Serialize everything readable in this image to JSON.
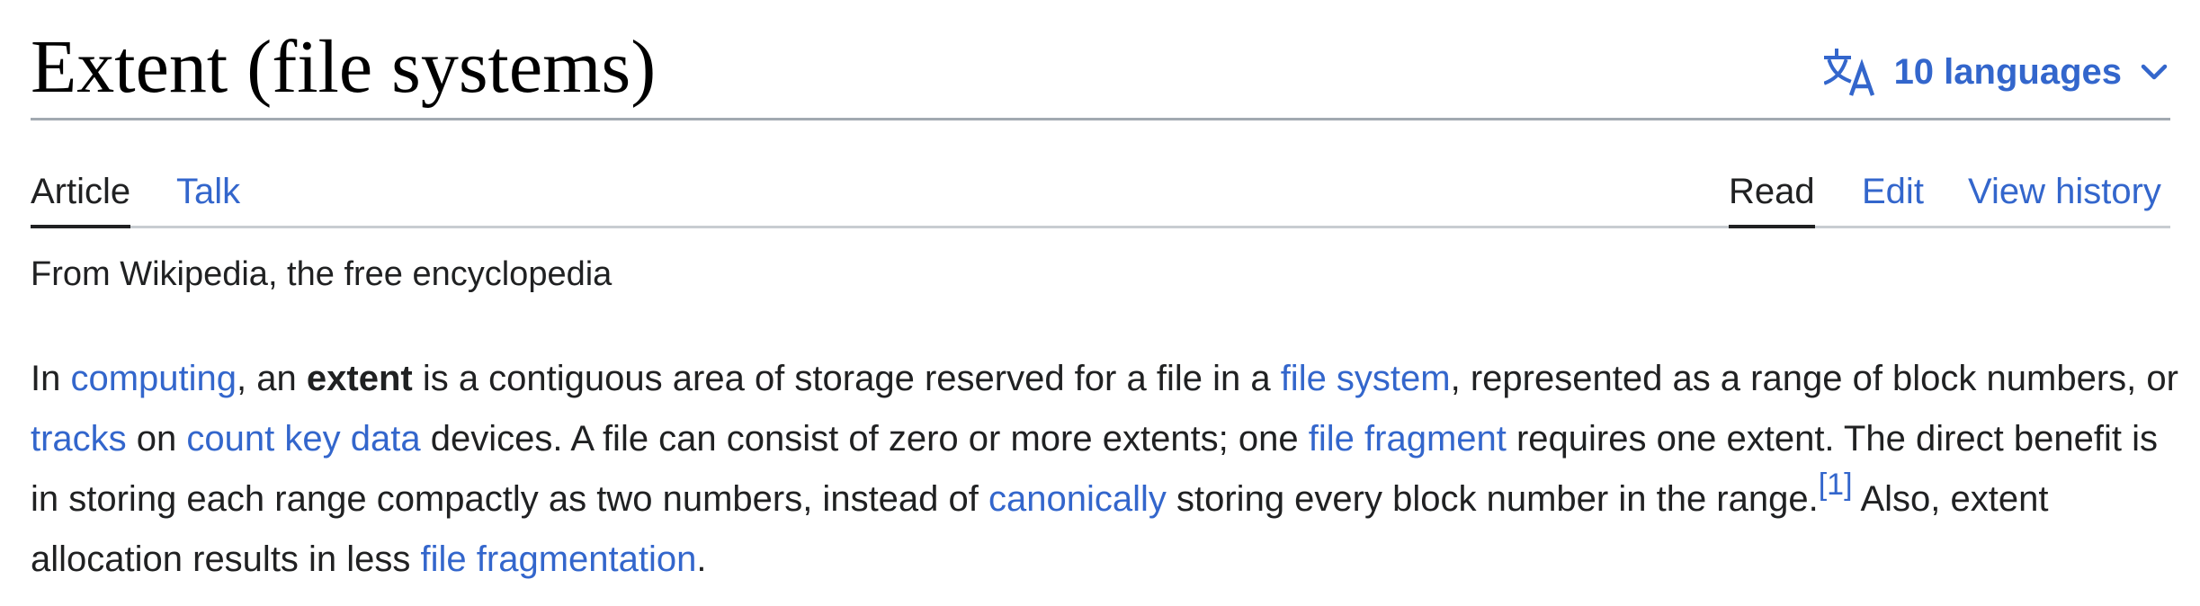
{
  "page": {
    "title": "Extent (file systems)"
  },
  "languages": {
    "label": "10 languages",
    "icon": "translate-icon",
    "chevron_icon": "chevron-down-icon",
    "color": "#3366cc"
  },
  "tabs": {
    "left": [
      {
        "label": "Article",
        "selected": true
      },
      {
        "label": "Talk",
        "selected": false
      }
    ],
    "right": [
      {
        "label": "Read",
        "selected": true
      },
      {
        "label": "Edit",
        "selected": false
      },
      {
        "label": "View history",
        "selected": false
      }
    ]
  },
  "tagline": "From Wikipedia, the free encyclopedia",
  "paragraph": {
    "t0": "In ",
    "l_computing": "computing",
    "t1": ", an ",
    "b_extent": "extent",
    "t2": " is a contiguous area of storage reserved for a file in a ",
    "l_file_system": "file system",
    "t3": ", represented as a range of block numbers, or ",
    "l_tracks": "tracks",
    "t4": " on ",
    "l_ckd": "count key data",
    "t5": " devices. A file can consist of zero or more extents; one ",
    "l_file_fragment": "file fragment",
    "t6": " requires one extent. The direct benefit is in storing each range compactly as two numbers, instead of ",
    "l_canonically": "canonically",
    "t7": " storing every block number in the range.",
    "ref1": "[1]",
    "t8": " Also, extent allocation results in less ",
    "l_fragmentation": "file fragmentation",
    "t9": "."
  },
  "colors": {
    "link": "#3366cc",
    "text": "#202122",
    "title": "#000000",
    "header_rule": "#a2a9b1",
    "tabs_rule": "#c8ccd1"
  }
}
